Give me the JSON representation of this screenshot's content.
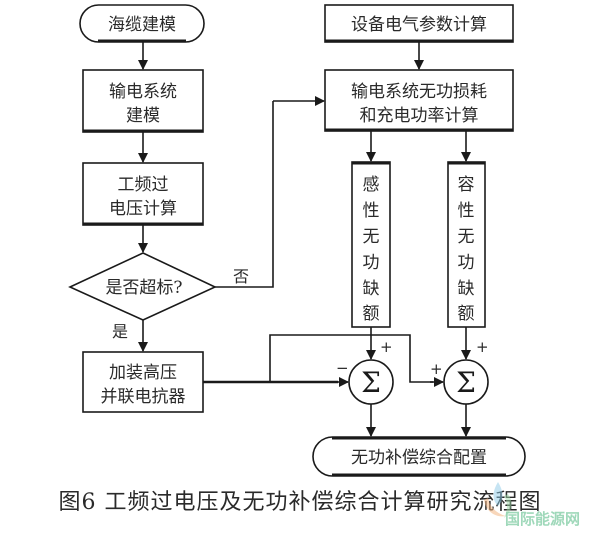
{
  "nodes": {
    "cable_modeling": "海缆建模",
    "transmission_modeling": [
      "输电系统",
      "建模"
    ],
    "power_freq_overvoltage": [
      "工频过",
      "电压计算"
    ],
    "decision": "是否超标?",
    "decision_yes": "是",
    "decision_no": "否",
    "install_reactor": [
      "加装高压",
      "并联电抗器"
    ],
    "equipment_params": "设备电气参数计算",
    "reactive_loss_calc": [
      "输电系统无功损耗",
      "和充电功率计算"
    ],
    "inductive_shortage": [
      "感",
      "性",
      "无",
      "功",
      "缺",
      "额"
    ],
    "capacitive_shortage": [
      "容",
      "性",
      "无",
      "功",
      "缺",
      "额"
    ],
    "sum_symbol": "Σ",
    "sum1_signs": {
      "top": "+",
      "left": "−"
    },
    "sum2_signs": {
      "top": "+",
      "left": "+"
    },
    "final_config": "无功补偿综合配置"
  },
  "caption": "图6  工频过电压及无功补偿综合计算研究流程图",
  "watermark": "国际能源网",
  "colors": {
    "stroke": "#1a1a1a",
    "text": "#2a2a2a",
    "watermark": "#8fd2ae"
  }
}
